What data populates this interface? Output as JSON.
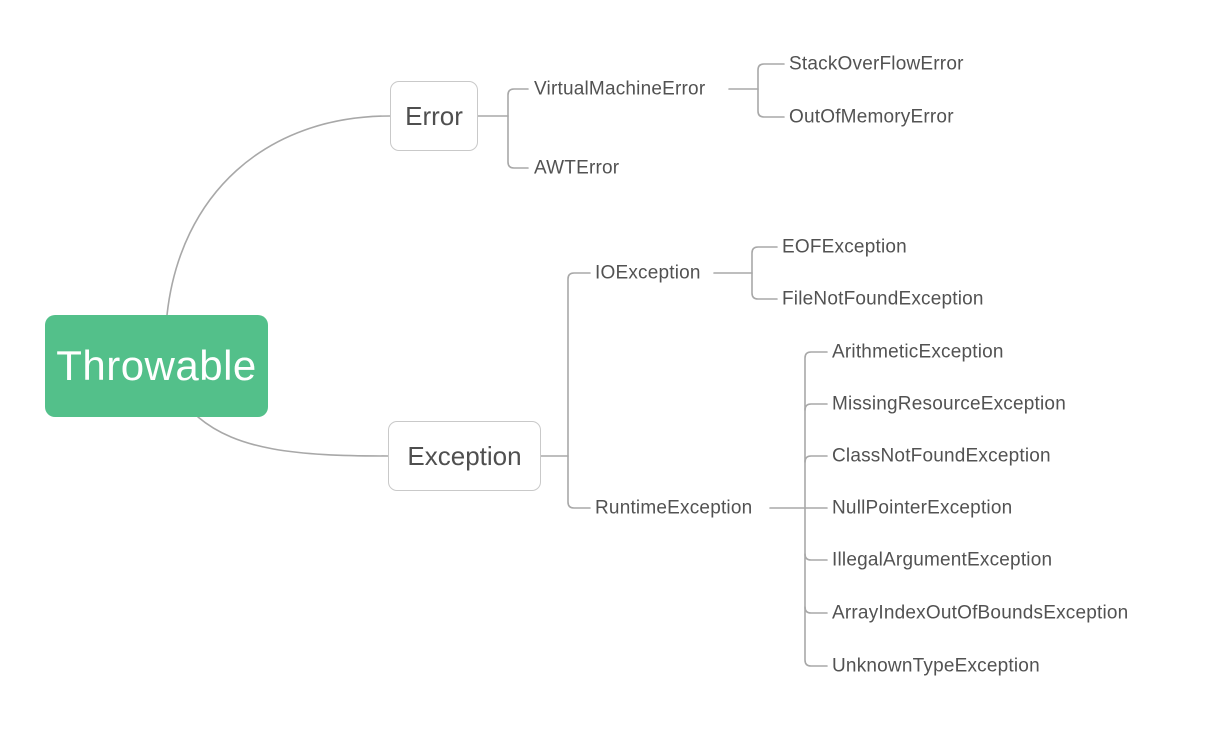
{
  "colors": {
    "canvas_bg": "#ffffff",
    "root_bg": "#53c08a",
    "root_text": "#ffffff",
    "branch_line": "#a8a8a8",
    "box_bg": "#ffffff",
    "box_border": "#c9c9c9",
    "label_text": "#525252"
  },
  "mindmap": {
    "root": {
      "label": "Throwable"
    },
    "branches": [
      {
        "label": "Error",
        "children": [
          {
            "label": "VirtualMachineError",
            "children": [
              {
                "label": "StackOverFlowError"
              },
              {
                "label": "OutOfMemoryError"
              }
            ]
          },
          {
            "label": "AWTError"
          }
        ]
      },
      {
        "label": "Exception",
        "children": [
          {
            "label": "IOException",
            "children": [
              {
                "label": "EOFException"
              },
              {
                "label": "FileNotFoundException"
              }
            ]
          },
          {
            "label": "RuntimeException",
            "children": [
              {
                "label": "ArithmeticException"
              },
              {
                "label": "MissingResourceException"
              },
              {
                "label": "ClassNotFoundException"
              },
              {
                "label": "NullPointerException"
              },
              {
                "label": "IllegalArgumentException"
              },
              {
                "label": "ArrayIndexOutOfBoundsException"
              },
              {
                "label": "UnknownTypeException"
              }
            ]
          }
        ]
      }
    ]
  }
}
